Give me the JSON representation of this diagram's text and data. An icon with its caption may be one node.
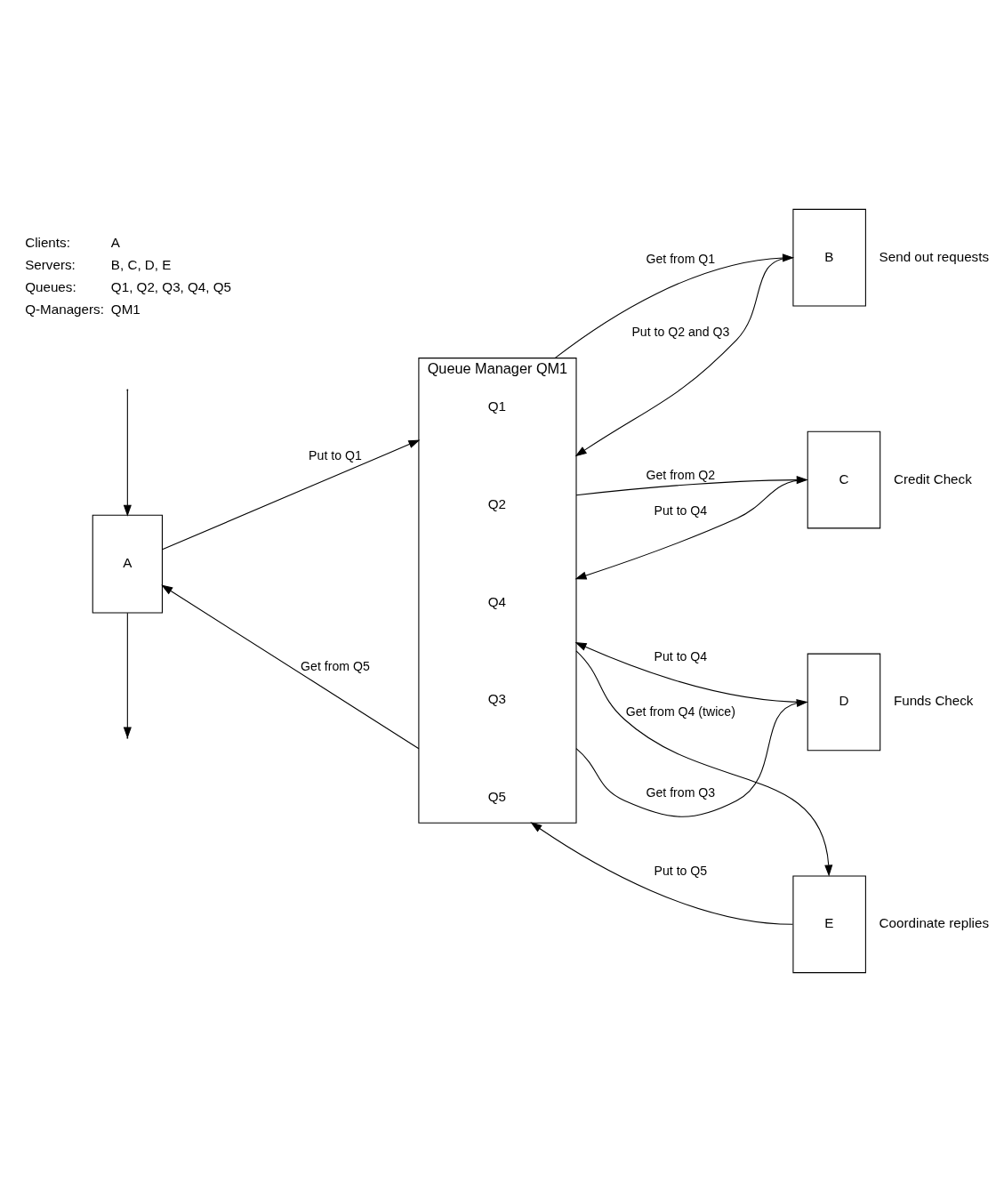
{
  "diagram": {
    "nodes": [
      {
        "text": [
          "B"
        ],
        "beside": [
          "Send out requests"
        ]
      },
      {
        "text": [
          "Queue Manager QM1"
        ]
      },
      {
        "text": [
          "Q1"
        ],
        "in": 1
      },
      {
        "text": [
          "Q2"
        ],
        "in": 1
      },
      {
        "text": [
          "Q5"
        ],
        "in": 1
      },
      {
        "text": [
          "Q3"
        ],
        "in": 1
      },
      {
        "text": [
          "Q4"
        ],
        "in": 1
      },
      {
        "text": [
          "C"
        ],
        "beside": [
          "Credit Check"
        ]
      },
      {
        "text": [
          "A"
        ]
      },
      {
        "text": [
          "D"
        ],
        "beside": [
          "Funds Check"
        ]
      },
      {
        "text": [
          "E"
        ],
        "beside": [
          "Coordinate replies"
        ]
      }
    ],
    "edges": [
      {
        "from": 1,
        "to": 0,
        "arrow": "to",
        "label": "Get from Q1"
      },
      {
        "from": 0,
        "to": 1,
        "arrow": "to",
        "label": "Put to Q2 and Q3"
      },
      {
        "from": 1,
        "to": 7,
        "arrow": "to",
        "label": "Get from Q2"
      },
      {
        "from": 7,
        "to": 1,
        "arrow": "to",
        "label": "Put to Q4"
      },
      {
        "from": 1,
        "to": 9,
        "arrow": "to",
        "label": "Get from Q3"
      },
      {
        "from": 9,
        "to": 1,
        "arrow": "to",
        "label": "Put to Q4"
      },
      {
        "from": 8,
        "to": 1,
        "arrow": "to",
        "label": "Put to Q1"
      },
      {
        "from": 1,
        "to": 8,
        "arrow": "to",
        "label": "Get from Q5"
      },
      {
        "from": 10,
        "to": 1,
        "arrow": "to",
        "label": "Put to Q5"
      },
      {
        "from": 1,
        "to": 10,
        "arrow": "to",
        "label": "Get from Q4 (twice)"
      },
      {
        "from": null,
        "to": 8,
        "arrow": "to"
      },
      {
        "from": 8,
        "to": null,
        "arrow": "to"
      }
    ],
    "labels": [
      "Clients:",
      "A",
      "Servers:",
      "B, C, D, E",
      "Queues:",
      "Q1, Q2, Q3, Q4, Q5",
      "Q-Managers:",
      "QM1"
    ]
  }
}
